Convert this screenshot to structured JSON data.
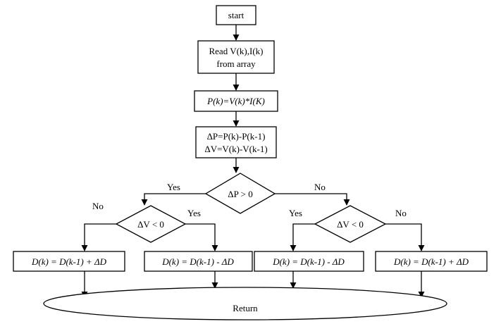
{
  "nodes": {
    "start": "start",
    "read_line1": "Read V(k),I(k)",
    "read_line2": "from array",
    "power": "P(k)=V(k)*I(K)",
    "delta_p": "ΔP=P(k)-P(k-1)",
    "delta_v": "ΔV=V(k)-V(k-1)",
    "decision_p": "ΔP > 0",
    "decision_v_left": "ΔV < 0",
    "decision_v_right": "ΔV < 0",
    "box_left_outer": "D(k) = D(k-1) + ΔD",
    "box_left_inner": "D(k) = D(k-1) - ΔD",
    "box_right_inner": "D(k) = D(k-1) - ΔD",
    "box_right_outer": "D(k) = D(k-1) + ΔD",
    "return": "Return"
  },
  "edge_labels": {
    "p_yes": "Yes",
    "p_no": "No",
    "left_no": "No",
    "left_yes": "Yes",
    "right_yes": "Yes",
    "right_no": "No"
  }
}
